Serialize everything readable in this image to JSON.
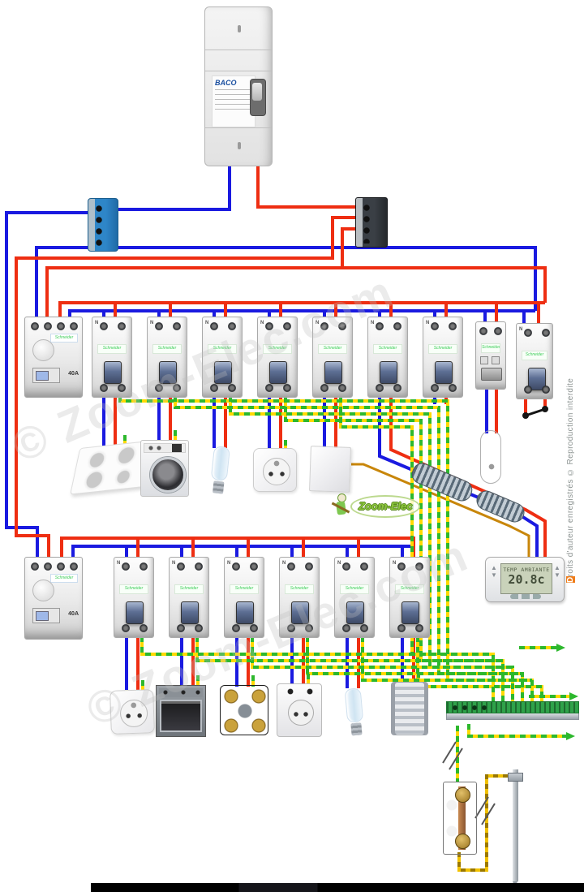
{
  "watermark": {
    "text": "© Zoom-Elec.com"
  },
  "copyright": {
    "first_letter": "D",
    "rest": "roits d'auteur enregistrés © Reproduction interdite"
  },
  "logo": {
    "text": "Zoom-Elec"
  },
  "main_breaker": {
    "brand": "BACO"
  },
  "module_labels": {
    "neutral": "N",
    "brand": "Schneider",
    "differential_rating": "40A"
  },
  "thermostat": {
    "line1": "TEMP AMBIANTE",
    "value": "20.8c"
  },
  "colors": {
    "phase": "#ee2e12",
    "neutral": "#1a1ae0",
    "ground_green": "#2db82d",
    "ground_yellow": "#ffd900",
    "buried_ground": "#f2c200",
    "pilot_wire": "#c8860a"
  }
}
